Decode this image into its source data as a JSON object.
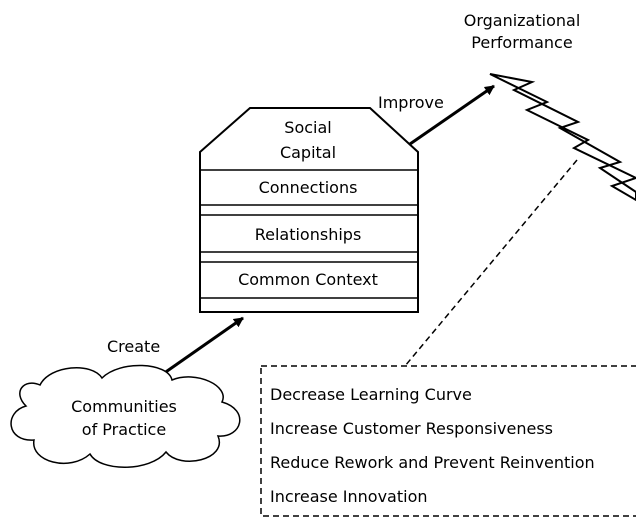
{
  "outcome": {
    "line1": "Organizational",
    "line2": "Performance"
  },
  "labels": {
    "improve": "Improve",
    "create": "Create"
  },
  "house": {
    "roof_line1": "Social",
    "roof_line2": "Capital",
    "floors": [
      "Connections",
      "Relationships",
      "Common Context"
    ]
  },
  "cloud": {
    "line1": "Communities",
    "line2": "of Practice"
  },
  "benefits": [
    "Decrease Learning Curve",
    "Increase Customer Responsiveness",
    "Reduce Rework and Prevent Reinvention",
    "Increase Innovation"
  ]
}
